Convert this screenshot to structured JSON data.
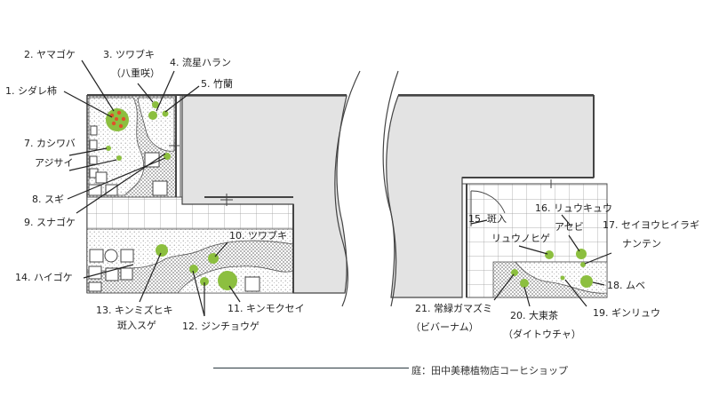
{
  "caption": "庭：田中美穂植物店コーヒショップ",
  "colors": {
    "building": "#e3e3e3",
    "wall": "#444444",
    "plant_green": "#8cbf3f",
    "berry_red": "#e0502a",
    "label": "#222222"
  },
  "labels": {
    "yamagoke": "2. ヤマゴケ",
    "tsuwabuki3": "3. ツワブキ",
    "yaezaki": "（八重咲）",
    "ryusei": "4. 流星ハラン",
    "chikuran": "5. 竹蘭",
    "shidare": "1. シダレ柿",
    "kashiwaba": "7. カシワバ",
    "ajisai": "アジサイ",
    "sugi": "8. スギ",
    "sunagoke": "9. スナゴケ",
    "haigoke": "14. ハイゴケ",
    "tsuwabuki10": "10. ツワブキ",
    "kinmokusei": "11. キンモクセイ",
    "kinmizuhiki": "13. キンミズヒキ",
    "fuiri_sugi": "斑入スゲ",
    "jinchouge": "12. ジンチョウゲ",
    "fuiri15": "15. 斑入",
    "ryu_no_hige": "リュウノヒゲ",
    "ryukyu": "16. リュウキュウ",
    "asebi": "アセビ",
    "seiyou": "17. セイヨウヒイラギ",
    "nanten": "ナンテン",
    "mube": "18. ムベ",
    "ginryu": "19. ギンリュウ",
    "daitou": "20. 大東茶",
    "daitou_sub": "（ダイトウチャ）",
    "gamazumi": "21. 常緑ガマズミ",
    "viburnum": "（ビバーナム）"
  }
}
